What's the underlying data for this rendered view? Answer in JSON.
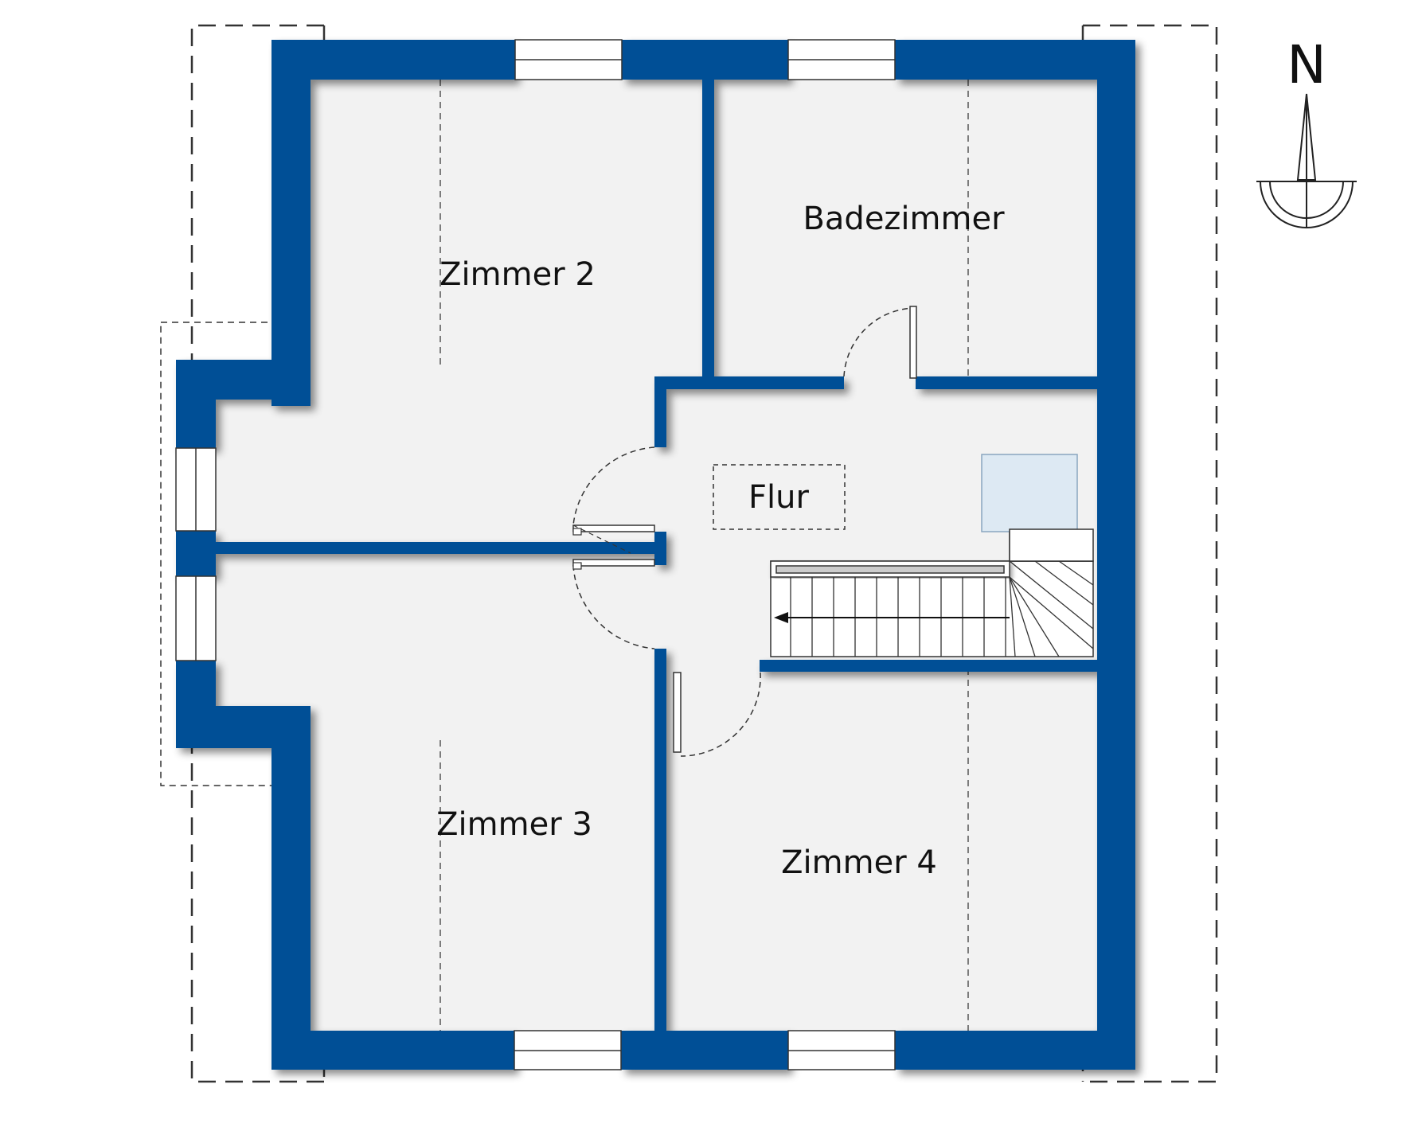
{
  "plan": {
    "compass": {
      "label": "N"
    },
    "rooms": [
      {
        "id": "zimmer-2",
        "label": "Zimmer 2"
      },
      {
        "id": "badezimmer",
        "label": "Badezimmer"
      },
      {
        "id": "flur",
        "label": "Flur"
      },
      {
        "id": "zimmer-3",
        "label": "Zimmer 3"
      },
      {
        "id": "zimmer-4",
        "label": "Zimmer 4"
      }
    ],
    "colors": {
      "wall": "#024f96",
      "floor": "#f2f2f2",
      "window": "#ffffff",
      "dashed_line": "#333333",
      "skylight": "#dde9f3"
    }
  }
}
